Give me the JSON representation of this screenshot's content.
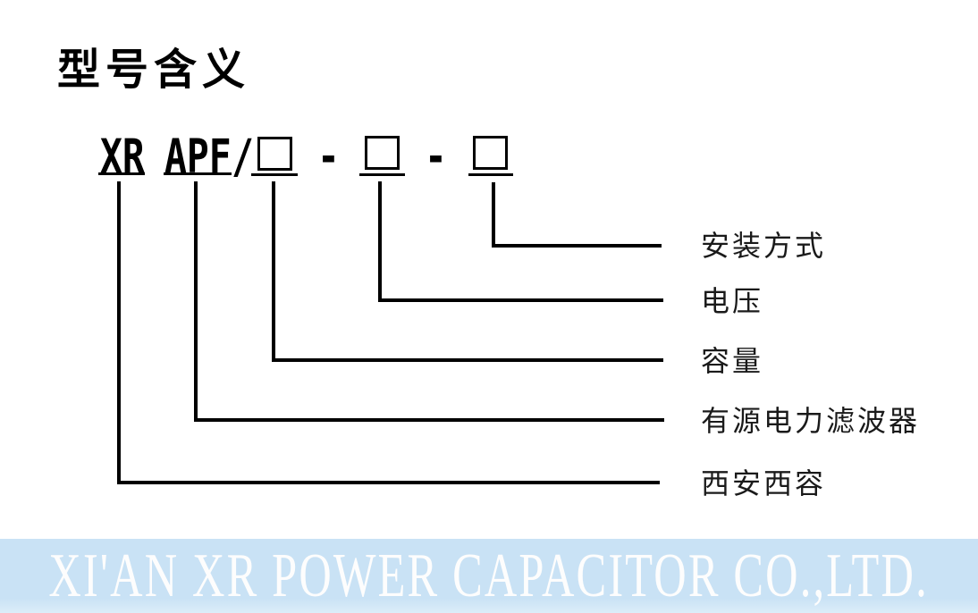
{
  "title": "型号含义",
  "model_code": {
    "maker_code": "XR",
    "product_code": "APF",
    "separator": "/",
    "dash": "-"
  },
  "legend": {
    "items": [
      {
        "label": "安装方式"
      },
      {
        "label": "电压"
      },
      {
        "label": "容量"
      },
      {
        "label": "有源电力滤波器"
      },
      {
        "label": "西安西容"
      }
    ]
  },
  "footer": {
    "company_name": "XI'AN XR POWER CAPACITOR CO.,LTD."
  },
  "colors": {
    "line": "#000000",
    "banner_bg": "#c9e2f5",
    "banner_text": "#ffffff"
  }
}
